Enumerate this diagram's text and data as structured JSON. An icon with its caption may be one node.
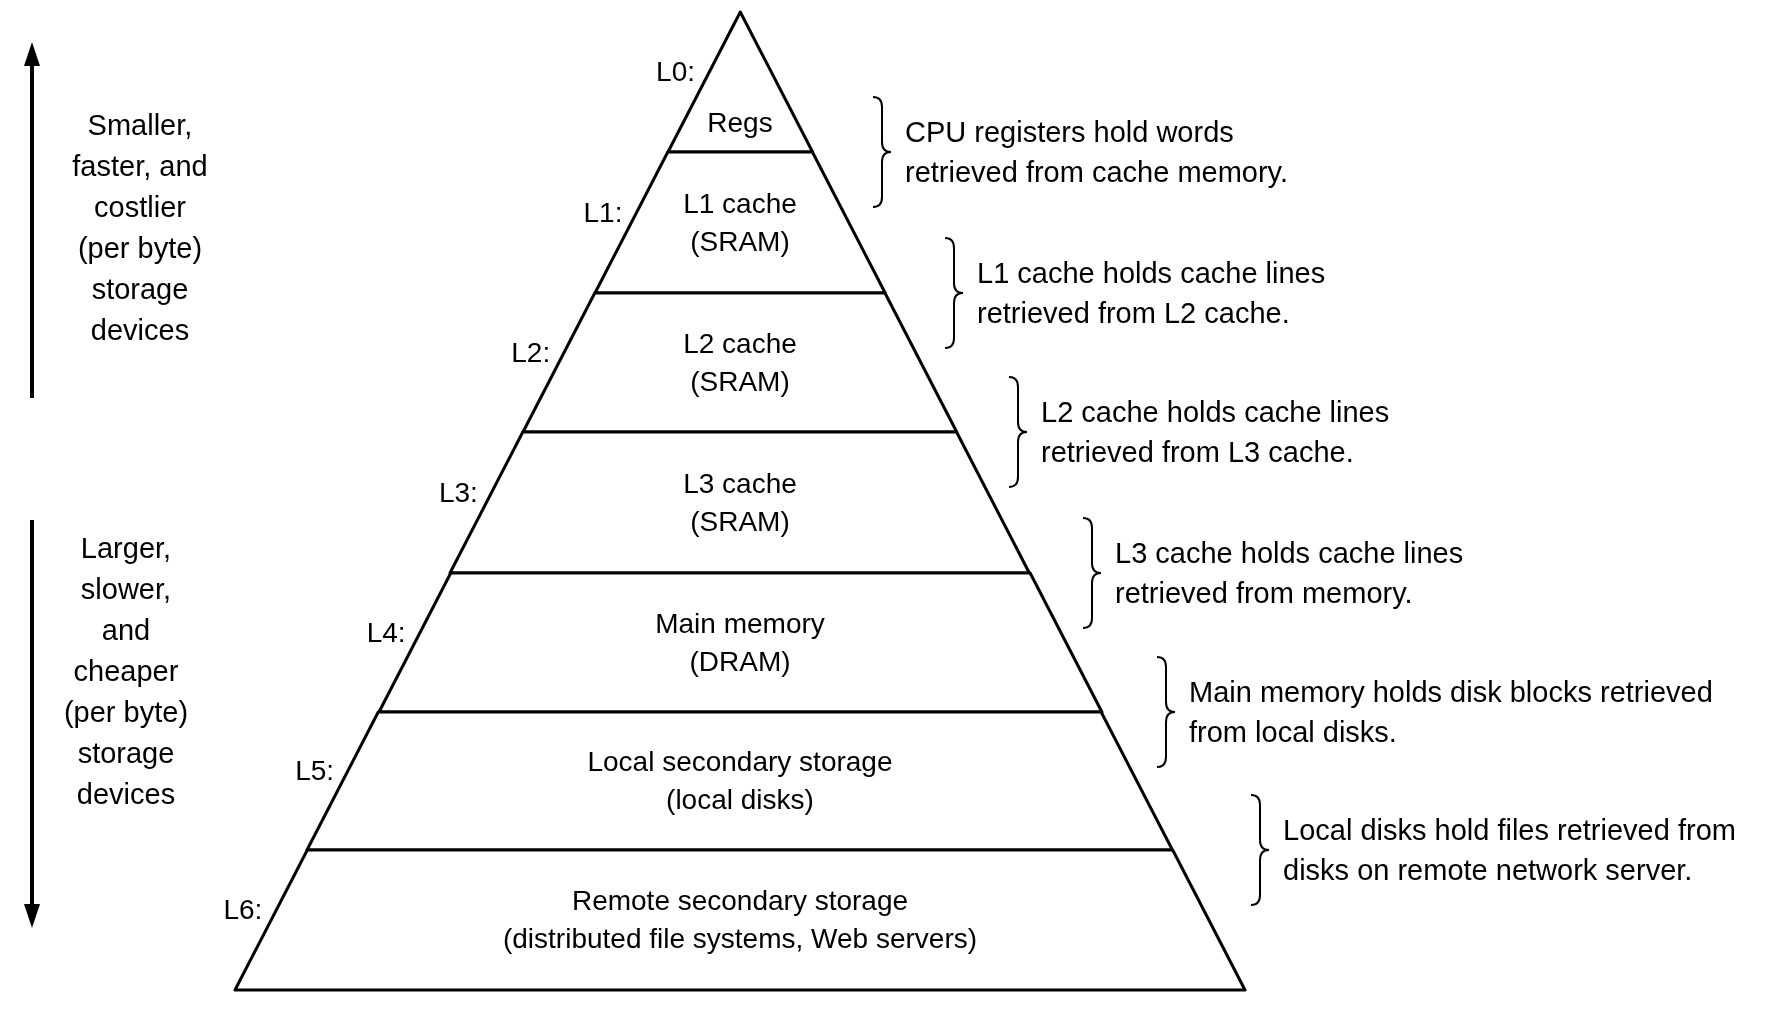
{
  "diagram": {
    "nodes": [
      {
        "text": [
          "Regs"
        ],
        "beside": [
          "L0:"
        ]
      },
      {
        "text": [
          "L1 cache",
          "(SRAM)"
        ],
        "beside": [
          "L1:"
        ]
      },
      {
        "text": [
          "L2 cache",
          "(SRAM)"
        ],
        "beside": [
          "L2:"
        ]
      },
      {
        "text": [
          "L3 cache",
          "(SRAM)"
        ],
        "beside": [
          "L3:"
        ]
      },
      {
        "text": [
          "Main memory",
          "(DRAM)"
        ],
        "beside": [
          "L4:"
        ]
      },
      {
        "text": [
          "Local secondary storage",
          "(local disks)"
        ],
        "beside": [
          "L5:"
        ]
      },
      {
        "text": [
          "Remote secondary storage",
          "(distributed file systems, Web servers)"
        ],
        "beside": [
          "L6:"
        ]
      }
    ],
    "labels": [
      "Smaller, faster, and costlier (per byte) storage devices",
      "Larger, slower, and cheaper (per byte) storage devices",
      "CPU registers hold words retrieved from cache memory.",
      "L1 cache holds cache lines retrieved from L2 cache.",
      "L2 cache holds cache lines retrieved from L3 cache.",
      "L3 cache holds cache lines retrieved from memory.",
      "Main memory holds disk blocks retrieved from local disks.",
      "Local disks hold files retrieved from disks on remote network server."
    ]
  }
}
